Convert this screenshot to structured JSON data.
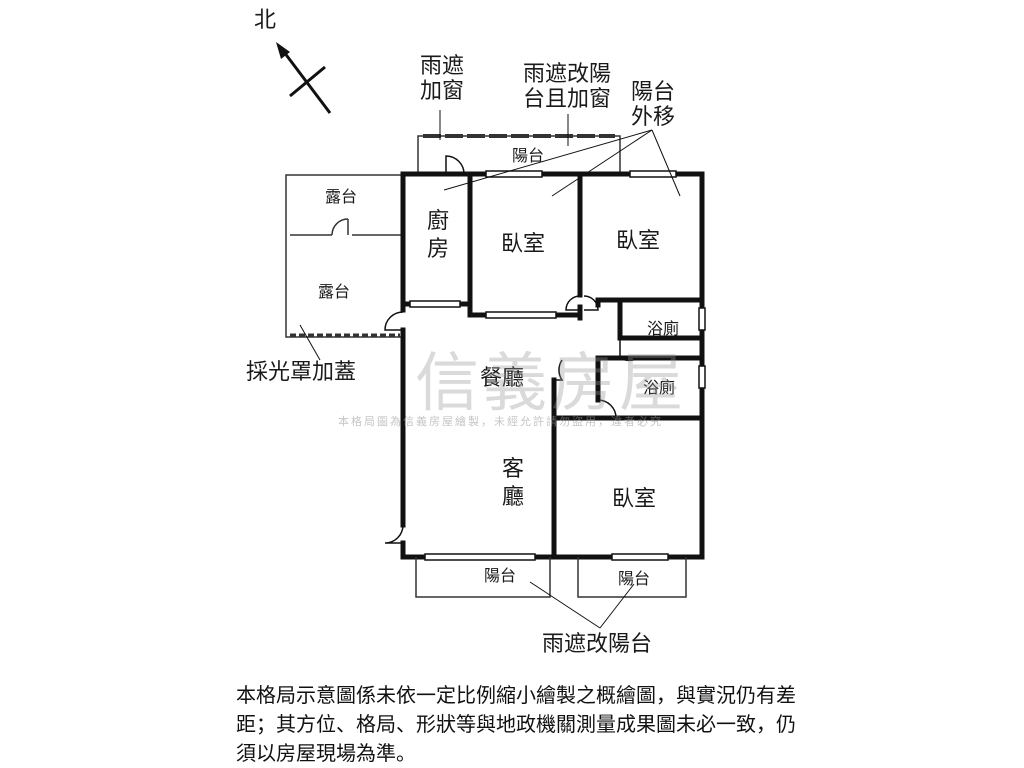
{
  "compass": {
    "label": "北"
  },
  "callouts": {
    "canopy_window": "雨遮加窗",
    "canopy_balcony_window": "雨遮改陽台且加窗",
    "balcony_moved_out": "陽台外移",
    "skylight_cover": "採光罩加蓋",
    "canopy_to_balcony": "雨遮改陽台"
  },
  "rooms": {
    "balcony_top": "陽台",
    "terrace_upper": "露台",
    "terrace_lower": "露台",
    "kitchen": "廚房",
    "bedroom_top_left": "臥室",
    "bedroom_top_right": "臥室",
    "bath_upper": "浴廁",
    "bath_lower": "浴廁",
    "dining": "餐廳",
    "living": "客廳",
    "bedroom_bottom": "臥室",
    "balcony_bottom_left": "陽台",
    "balcony_bottom_right": "陽台"
  },
  "watermark": {
    "name": "信義房屋",
    "notice": "本格局圖為信義房屋繪製，未經允許請勿盜用，違者必究"
  },
  "disclaimer": "本格局示意圖係未依一定比例縮小繪製之概繪圖，與實況仍有差距；其方位、格局、形狀等與地政機關測量成果圖未必一致，仍須以房屋現場為準。",
  "colors": {
    "wall": "#111111",
    "thin_wall": "#333333",
    "watermark": "#9a9a9a"
  }
}
